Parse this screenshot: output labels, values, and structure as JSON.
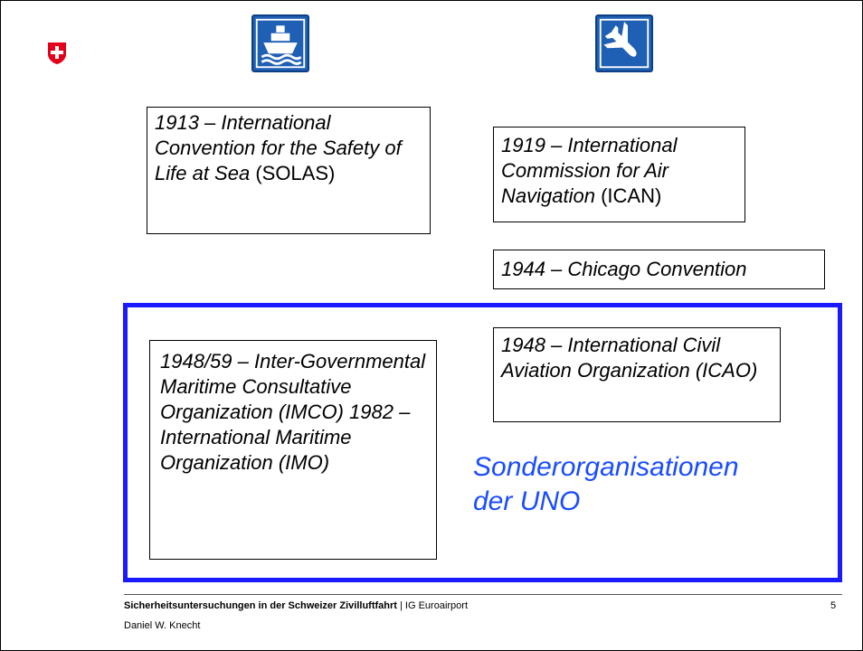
{
  "header": {
    "flag_icon": "swiss-cross-icon",
    "ship_icon": "ship-icon",
    "plane_icon": "plane-icon",
    "icon_color": "#1f5fb4"
  },
  "boxes": {
    "solas": {
      "italic": "1913 – International Convention for the Safety of Life at Sea",
      "plain": "(SOLAS)"
    },
    "ican": {
      "italic": "1919 – International Commission for Air Navigation",
      "plain": "(ICAN)"
    },
    "chicago": {
      "italic": "1944 – Chicago  Convention"
    },
    "icao": {
      "italic": "1948 – International Civil Aviation Organization (ICAO)"
    },
    "imo": {
      "italic": "1948/59 – Inter-Governmental  Maritime Consultative Organization (IMCO) 1982 – International Maritime Organization (IMO)"
    }
  },
  "un_group": {
    "label": "Sonderorganisationen der UNO",
    "color": "#1a1aff"
  },
  "footer": {
    "title_bold": "Sicherheitsuntersuchungen in der Schweizer Zivilluftfahrt",
    "title_rest": " | IG Euroairport",
    "page": "5",
    "author": "Daniel W. Knecht"
  }
}
